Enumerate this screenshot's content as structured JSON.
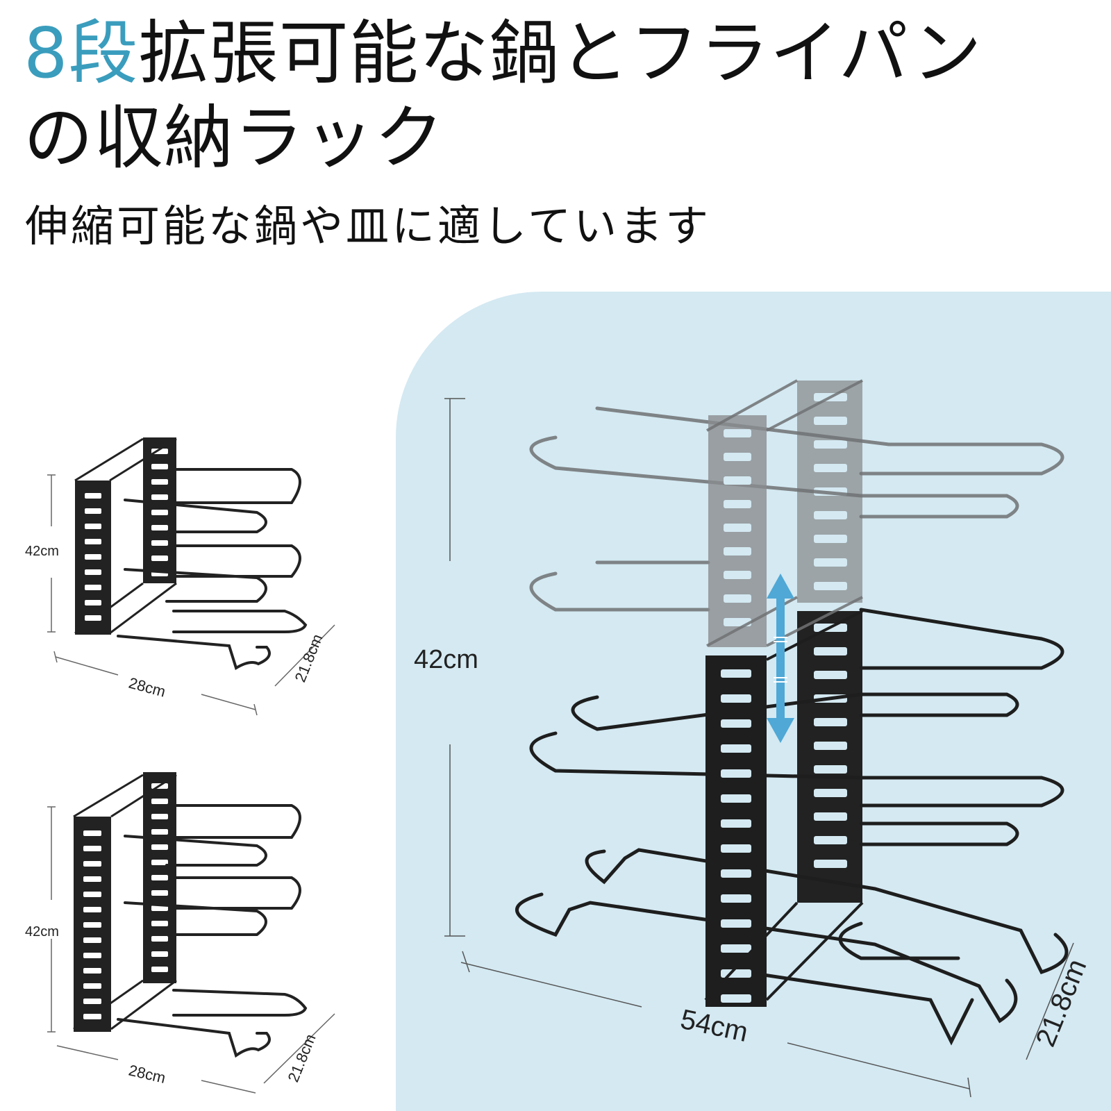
{
  "title": {
    "line1_accent": "8段",
    "line1_rest": "拡張可能な鍋とフライパン",
    "line2": "の収納ラック"
  },
  "subtitle": "伸縮可能な鍋や皿に適しています",
  "colors": {
    "accent": "#3a9dbd",
    "panel_background": "#d4e9f2",
    "rack_metal": "#1e1e1e",
    "arrow": "#4fa8d6"
  },
  "rack_small_top": {
    "height": "42cm",
    "width": "28cm",
    "depth": "21.8cm"
  },
  "rack_small_bottom": {
    "height": "42cm",
    "width": "28cm",
    "depth": "21.8cm"
  },
  "rack_large": {
    "height": "42cm",
    "width": "54cm",
    "depth": "21.8cm"
  }
}
